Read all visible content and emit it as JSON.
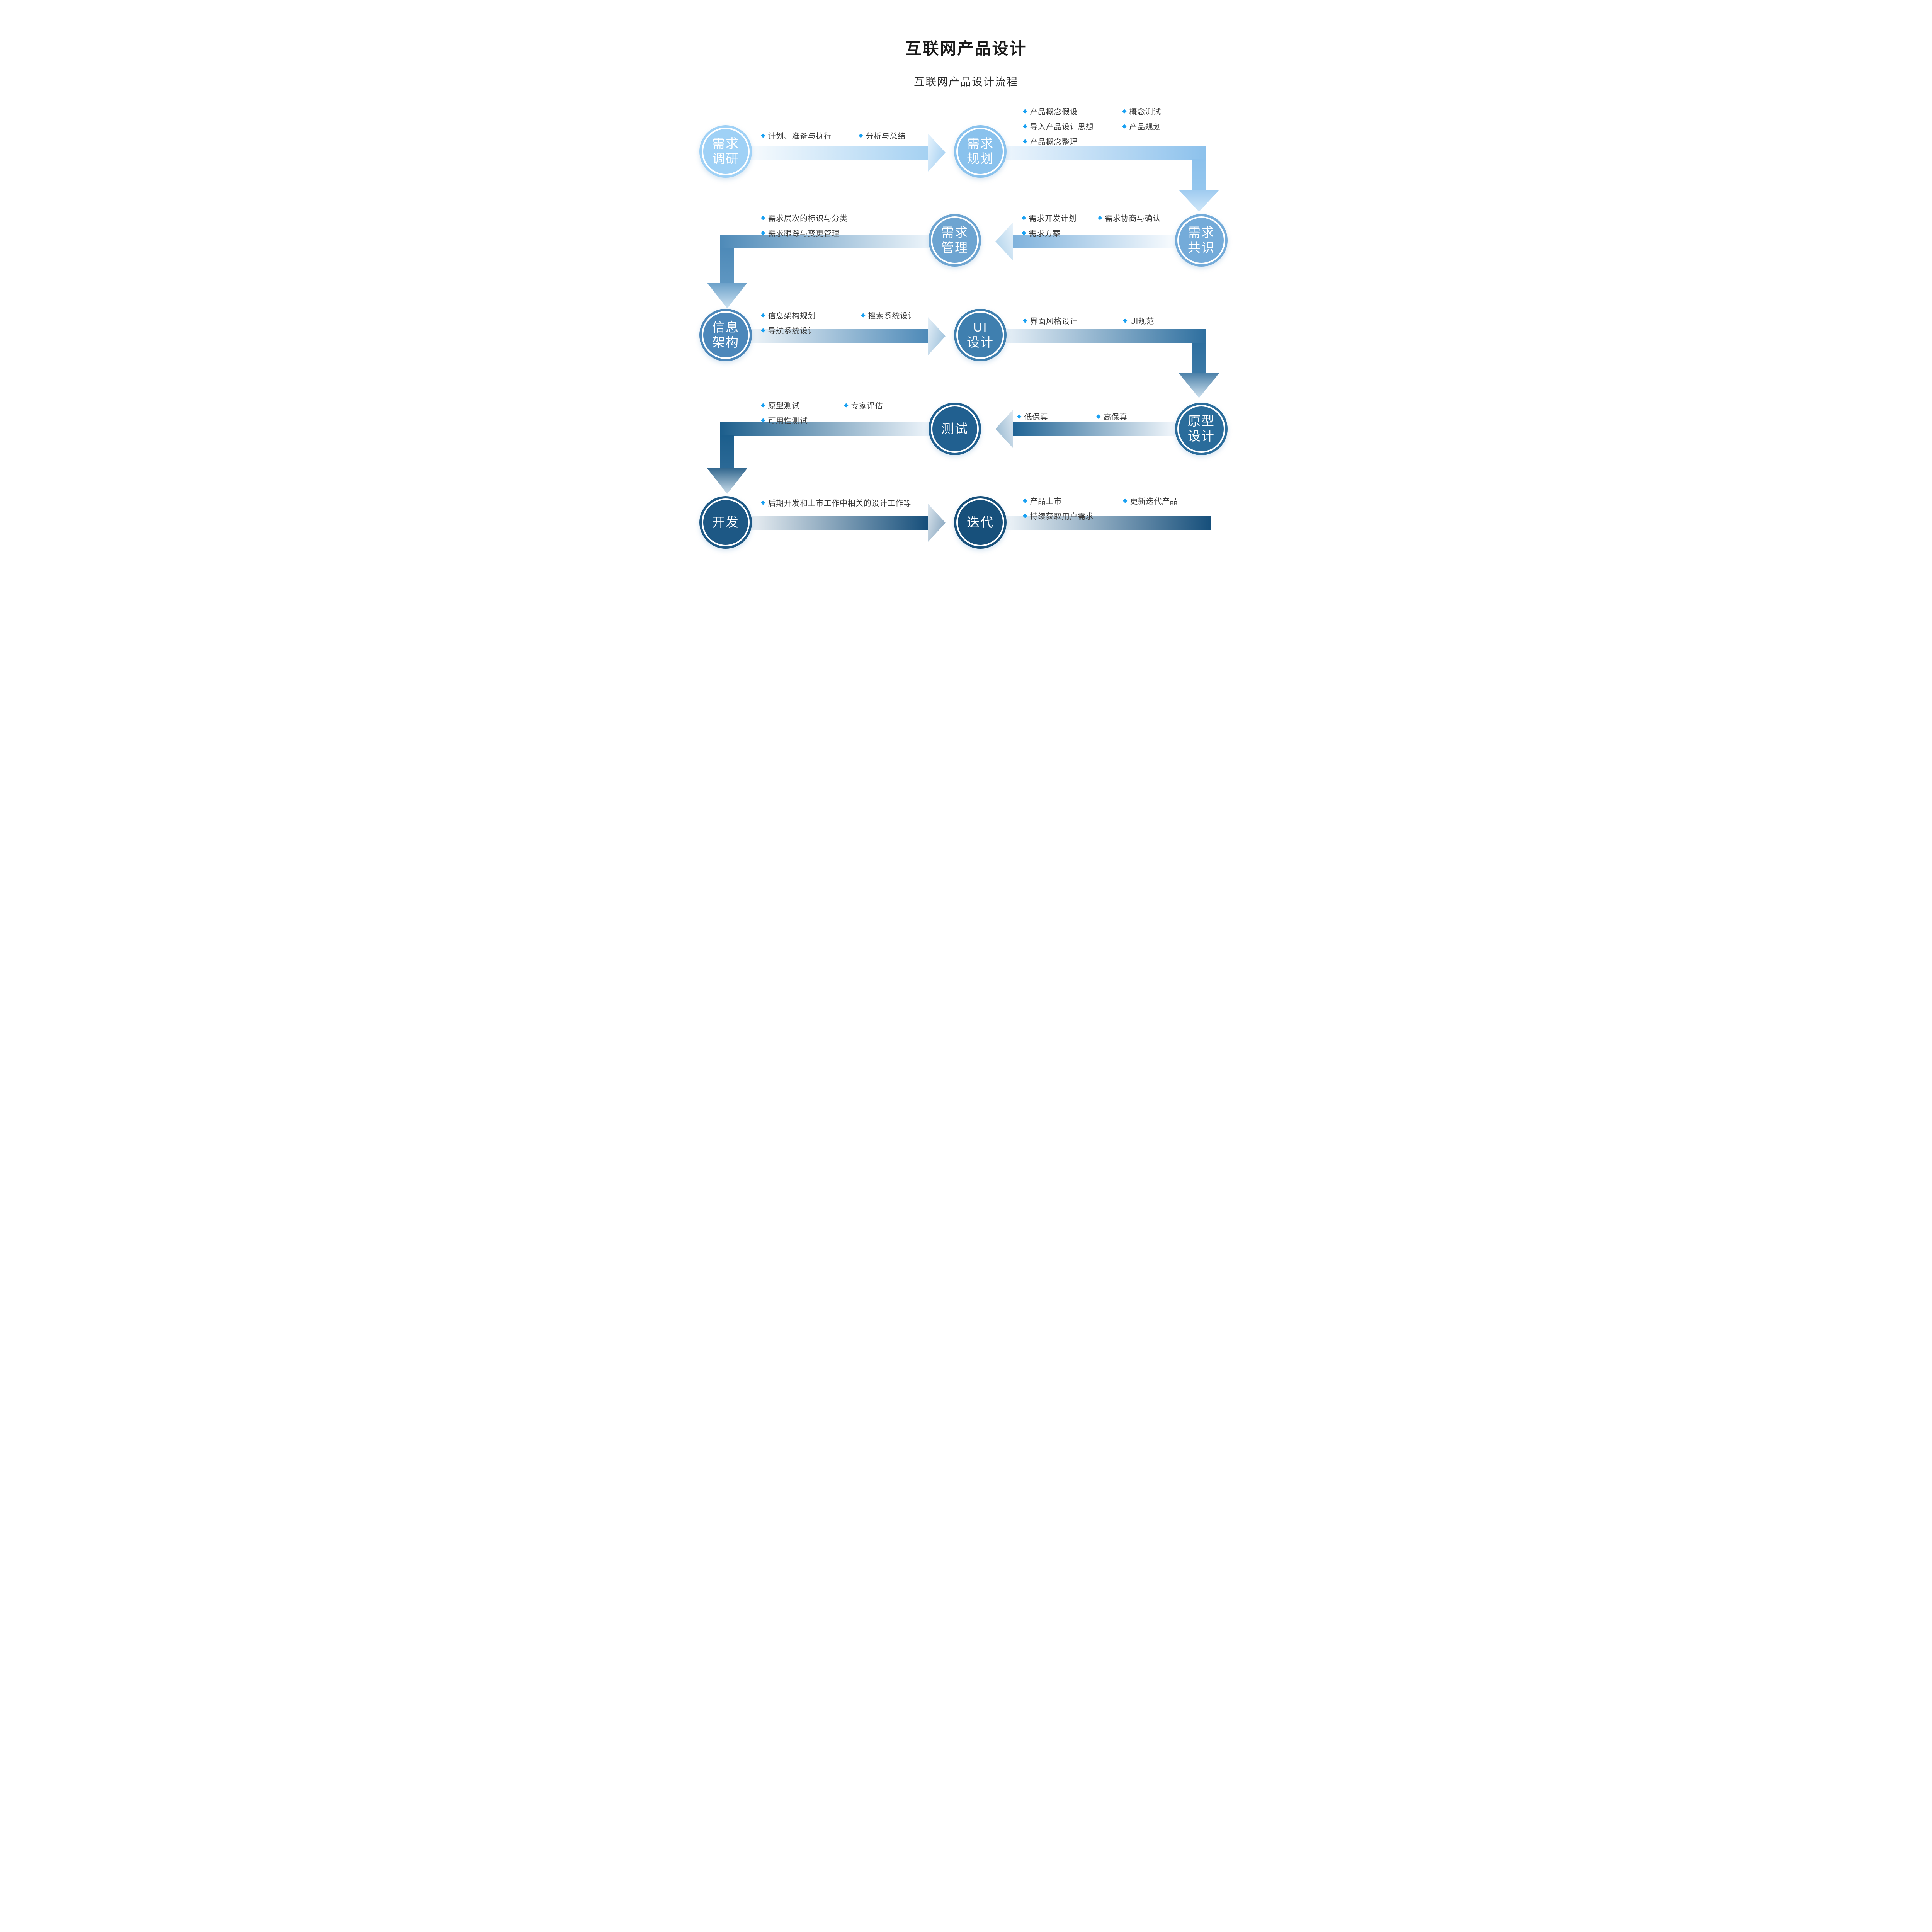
{
  "header": {
    "title": "互联网产品设计",
    "subtitle": "互联网产品设计流程"
  },
  "accent": {
    "bullet_diamond": "#18a0f2"
  },
  "icons": {
    "bullet_diamond": "◆"
  },
  "stages": {
    "research": {
      "label": "需求调研",
      "line1": "需求",
      "line2": "调研",
      "color": "#9fd1f6"
    },
    "planning": {
      "label": "需求规划",
      "line1": "需求",
      "line2": "规划",
      "color": "#8ac2ed"
    },
    "consensus": {
      "label": "需求共识",
      "line1": "需求",
      "line2": "共识",
      "color": "#74abd9"
    },
    "management": {
      "label": "需求管理",
      "line1": "需求",
      "line2": "管理",
      "color": "#6da4d1"
    },
    "information_architecture": {
      "label": "信息架构",
      "line1": "信息",
      "line2": "架构",
      "color": "#4c87ba"
    },
    "ui_design": {
      "label": "UI设计",
      "line1": "UI",
      "line2": "设计",
      "color": "#3f7faf"
    },
    "prototype": {
      "label": "原型设计",
      "line1": "原型",
      "line2": "设计",
      "color": "#2a6c9b"
    },
    "testing": {
      "label": "测试",
      "line1": "测试",
      "color": "#216090"
    },
    "development": {
      "label": "开发",
      "line1": "开发",
      "color": "#1d5885"
    },
    "iteration": {
      "label": "迭代",
      "line1": "迭代",
      "color": "#17507b"
    }
  },
  "bullets": {
    "research": [
      "计划、准备与执行",
      "分析与总结"
    ],
    "planning": [
      "产品概念假设",
      "概念测试",
      "导入产品设计思想",
      "产品规划",
      "产品概念整理"
    ],
    "consensus": [
      "需求开发计划",
      "需求协商与确认",
      "需求方案"
    ],
    "management": [
      "需求层次的标识与分类",
      "需求跟踪与变更管理"
    ],
    "information_architecture": [
      "信息架构规划",
      "搜索系统设计",
      "导航系统设计"
    ],
    "ui_design": [
      "界面风格设计",
      "UI规范"
    ],
    "prototype": [
      "低保真",
      "高保真"
    ],
    "testing": [
      "原型测试",
      "专家评估",
      "可用性测试"
    ],
    "development": [
      "后期开发和上市工作中相关的设计工作等"
    ],
    "iteration": [
      "产品上市",
      "更新迭代产品",
      "持续获取用户需求"
    ]
  }
}
